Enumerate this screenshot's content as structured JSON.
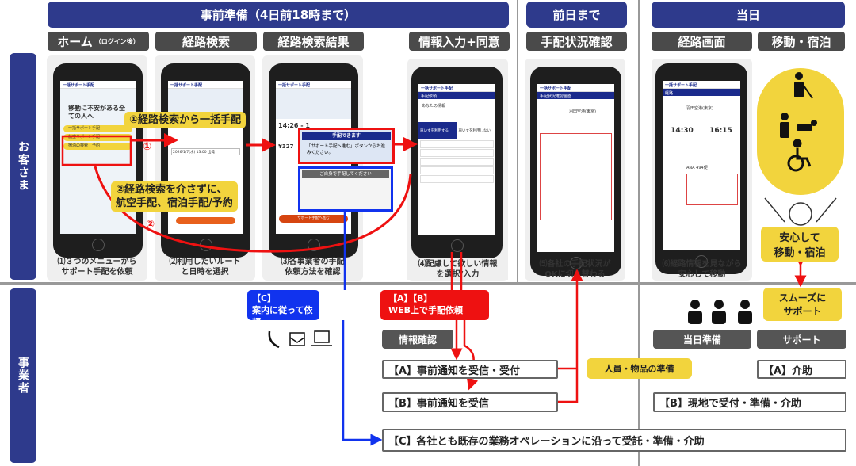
{
  "phases": {
    "prep": "事前準備（4日前18時まで）",
    "daybefore": "前日まで",
    "sameday": "当日"
  },
  "steps": [
    {
      "label": "ホーム",
      "sub": "（ログイン後）"
    },
    {
      "label": "経路検索"
    },
    {
      "label": "経路検索結果"
    },
    {
      "label": "情報入力+同意"
    },
    {
      "label": "手配状況確認"
    },
    {
      "label": "経路画面"
    },
    {
      "label": "移動・宿泊"
    }
  ],
  "lanes": {
    "customer": "お客さま",
    "operator": "事業者"
  },
  "captions": [
    [
      "⑴３つのメニューから",
      "サポート手配を依頼"
    ],
    [
      "⑵利用したいルート",
      "と日時を選択"
    ],
    [
      "⑶各事業者の手配",
      "依頼方法を確認"
    ],
    [
      "⑷配慮して欲しい情報",
      "を選択/入力"
    ],
    [
      "⑸各社の手配状況が",
      "OKに切り替わる"
    ],
    [
      "⑹経路情報を見ながら",
      "安心して移動"
    ]
  ],
  "screens": {
    "app": "一括サポート手配",
    "home_hero": "移動に不安がある全ての人へ",
    "menu": [
      "一括サポート手配",
      "航空サポート手配",
      "宿泊の検索・予約"
    ],
    "search_date": "2026/1/7(水) 13:00 出発",
    "result_time": "14:26 - 1",
    "result_price": "¥327",
    "can_arrange": "手配できます",
    "can_arrange_msg": "「サポート手配へ進む」ボタンからお進みください。",
    "self_arrange": "ご自身で手配してください",
    "proceed": "サポート手配へ進む",
    "info_title": "手配依頼",
    "info_q": "あなたの情報",
    "wheelchair_yes": "車いすを利用する",
    "wheelchair_no": "車いすを利用しない",
    "status_title": "手配状況確認画面",
    "airport": "羽田空港(東京)",
    "route_title": "経路",
    "dep": "14:30",
    "arr": "16:15",
    "flight": "ANA 494便"
  },
  "callouts": {
    "c1": "①経路検索から一括手配",
    "c2a": "②経路検索を介さずに、",
    "c2b": "航空手配、宿泊手配/予約",
    "m1": "①",
    "m2": "②"
  },
  "relax": [
    "安心して",
    "移動・宿泊"
  ],
  "smooth": [
    "スムーズに",
    "サポート"
  ],
  "op": {
    "c_req": [
      "【C】",
      "案内に従って依頼"
    ],
    "ab_req": [
      "【A】【B】",
      "WEB上で手配依頼"
    ],
    "info_check": "情報確認",
    "a_recv": "【A】事前通知を受信・受付",
    "b_recv": "【B】事前通知を受信",
    "prep_staff": "人員・物品の準備",
    "c_all": "【C】各社とも既存の業務オペレーションに沿って受託・準備・介助",
    "day_prep": "当日準備",
    "support": "サポート",
    "a_assist": "【A】介助",
    "b_assist": "【B】現地で受付・準備・介助"
  },
  "colors": {
    "navy": "#2e3a8c",
    "red": "#ee1111",
    "blue": "#1133ee",
    "yellow": "#f2d43d"
  }
}
